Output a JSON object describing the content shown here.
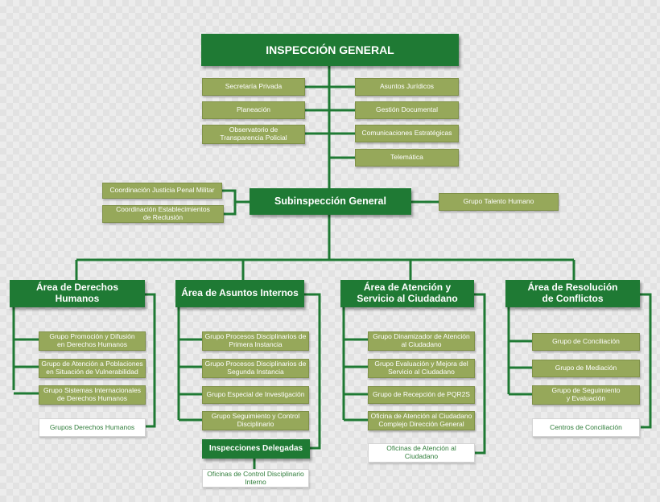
{
  "colors": {
    "primary_green": "#1f7a34",
    "olive": "#96a85a",
    "white_box_text": "#2f7d3a"
  },
  "top": {
    "title": "INSPECCIÓN GENERAL"
  },
  "staff_left": [
    "Secretaría Privada",
    "Planeación",
    "Observatorio de\nTransparencia Policial"
  ],
  "staff_right": [
    "Asuntos Jurídicos",
    "Gestión Documental",
    "Comunicaciones Estratégicas",
    "Telemática"
  ],
  "sub": {
    "title": "Subinspección General",
    "left": [
      "Coordinación Justicia Penal Militar",
      "Coordinación Establecimientos\nde Reclusión"
    ],
    "right": "Grupo Talento Humano"
  },
  "areas": [
    {
      "title": "Área de Derechos\nHumanos",
      "groups": [
        "Grupo Promoción y Difusión\nen Derechos Humanos",
        "Grupo de Atención a Poblaciones\nen Situación de Vulnerabilidad",
        "Grupo Sistemas Internacionales\nde Derechos Humanos"
      ],
      "footer": "Grupos Derechos Humanos"
    },
    {
      "title": "Área de Asuntos Internos",
      "groups": [
        "Grupo Procesos Disciplinarios de\nPrimera Instancia",
        "Grupo Procesos Disciplinarios de\nSegunda Instancia",
        "Grupo Especial de Investigación",
        "Grupo Seguimiento y Control\nDisciplinario"
      ],
      "delegadas": "Inspecciones Delegadas",
      "footer": "Oficinas de Control Disciplinario\nInterno"
    },
    {
      "title": "Área de Atención y\nServicio al Ciudadano",
      "groups": [
        "Grupo Dinamizador de Atención\nal Ciudadano",
        "Grupo Evaluación y Mejora del\nServicio al Ciudadano",
        "Grupo de Recepción de PQR2S",
        "Oficina de Atención al Ciudadano\nComplejo Dirección General"
      ],
      "footer": "Oficinas de Atención al\nCiudadano"
    },
    {
      "title": "Área de Resolución\nde Conflictos",
      "groups": [
        "Grupo de Conciliación",
        "Grupo de Mediación",
        "Grupo de Seguimiento\ny Evaluación"
      ],
      "footer": "Centros de Conciliación"
    }
  ]
}
